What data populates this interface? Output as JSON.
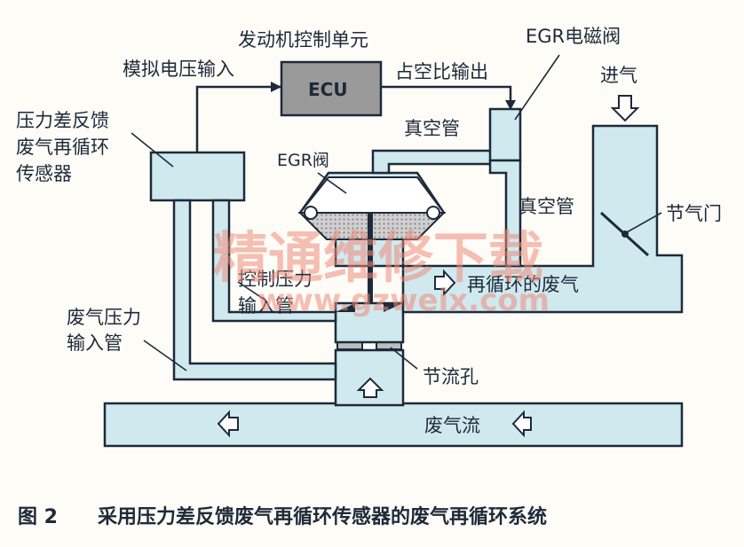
{
  "labels": {
    "ecu_title": "发动机控制单元",
    "ecu": "ECU",
    "analog_input": "模拟电压输入",
    "duty_output": "占空比输出",
    "egr_solenoid": "EGR电磁阀",
    "intake": "进气",
    "sensor_line1": "压力差反馈",
    "sensor_line2": "废气再循环",
    "sensor_line3": "传感器",
    "vacuum_pipe_top": "真空管",
    "vacuum_pipe_right": "真空管",
    "egr_valve": "EGR阀",
    "throttle": "节气门",
    "control_pressure_line1": "控制压力",
    "control_pressure_line2": "输入管",
    "recirculated_exhaust": "再循环的废气",
    "exhaust_pressure_line1": "废气压力",
    "exhaust_pressure_line2": "输入管",
    "orifice": "节流孔",
    "exhaust_flow": "废气流"
  },
  "watermark": {
    "text": "精通维修下载",
    "url": "www.gzweix.com"
  },
  "caption": {
    "figure_no": "图 2",
    "text": "采用压力差反馈废气再循环传感器的废气再循环系统"
  },
  "colors": {
    "pipe_fill": "#cfe9ef",
    "line": "#1e2a3a",
    "ecu_fill": "#9a9a9a",
    "watermark": "#f08c7a"
  }
}
